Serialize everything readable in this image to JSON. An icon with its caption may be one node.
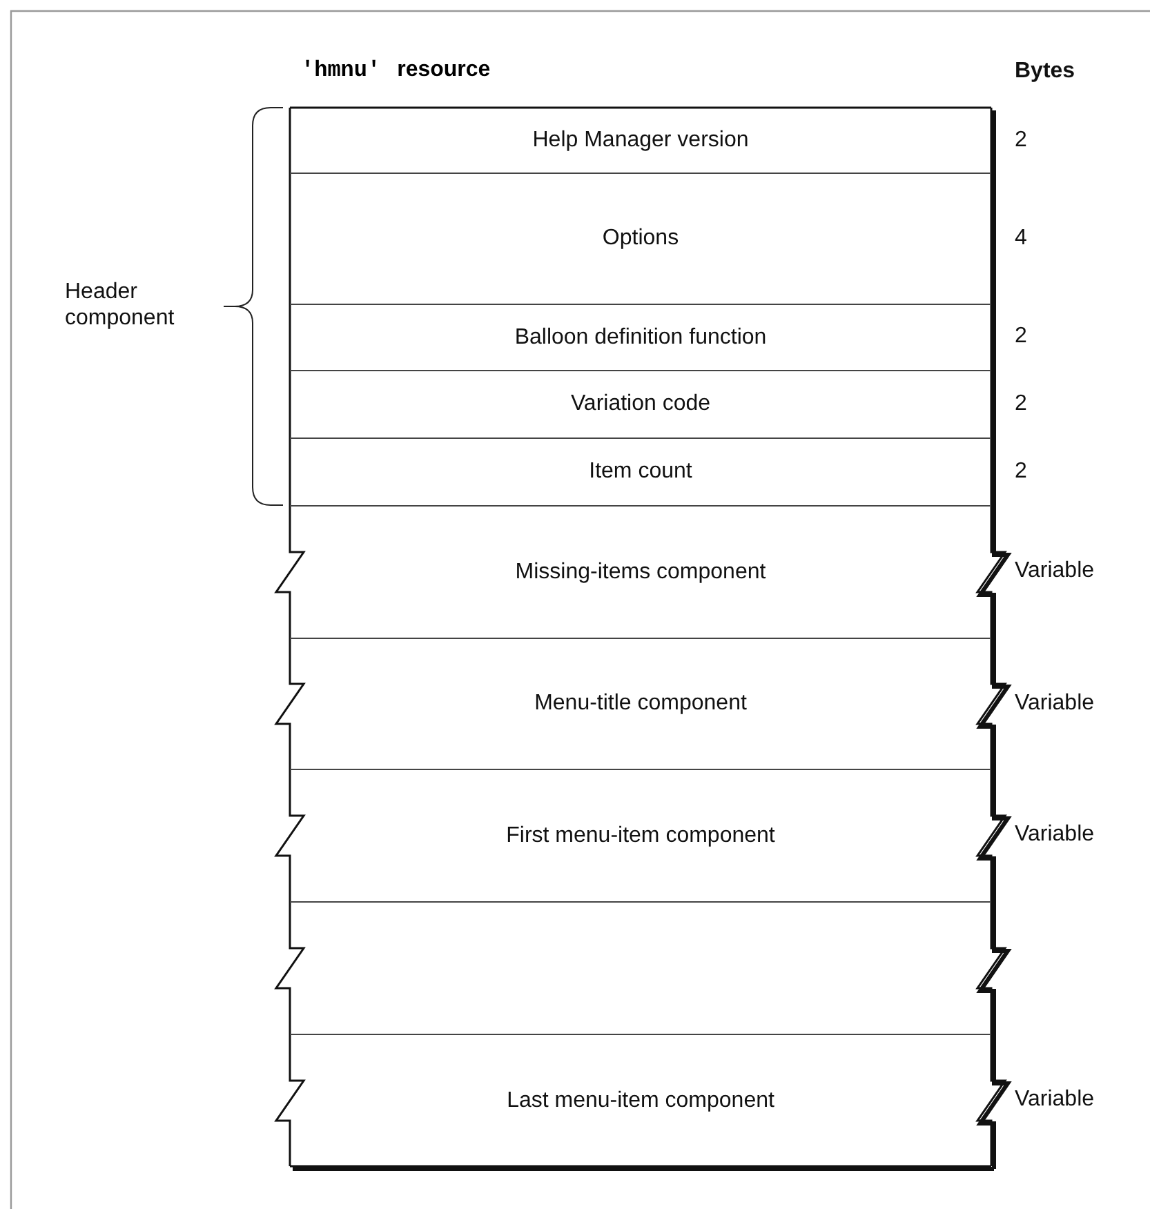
{
  "diagram": {
    "title": "'hmnu' resource",
    "nodes": [
      {
        "text": [
          "Help Manager version"
        ]
      },
      {
        "text": [
          "Options"
        ]
      },
      {
        "text": [
          "Balloon definition function"
        ]
      },
      {
        "text": [
          "Variation code"
        ]
      },
      {
        "text": [
          "Item count"
        ]
      },
      {
        "text": [
          "Missing-items component"
        ]
      },
      {
        "text": [
          "Menu-title component"
        ]
      },
      {
        "text": [
          "First menu-item component"
        ]
      },
      {
        "text": [],
        "shape": "box"
      },
      {
        "text": [
          "Last menu-item component"
        ]
      }
    ],
    "labels": [
      "Bytes",
      "2",
      "4",
      "2",
      "2",
      "2",
      "Variable",
      "Variable",
      "Variable",
      "Variable",
      "Header component"
    ]
  }
}
